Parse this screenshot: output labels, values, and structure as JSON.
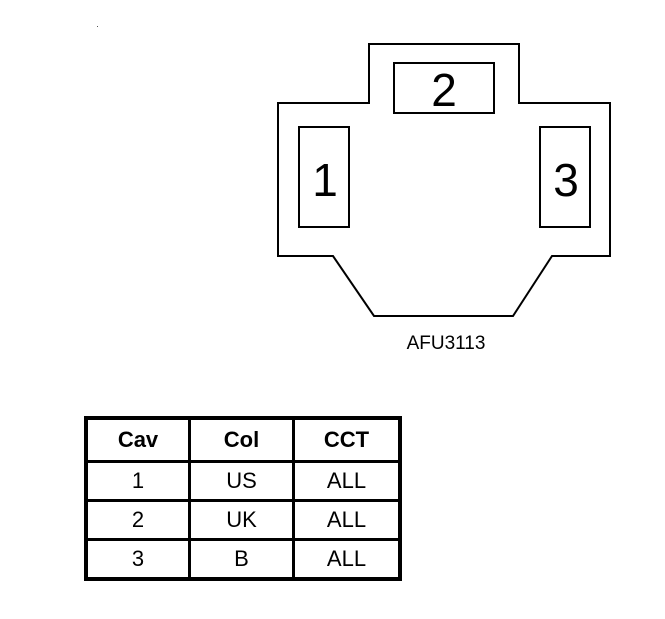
{
  "connector": {
    "cavities": [
      {
        "number": "1"
      },
      {
        "number": "2"
      },
      {
        "number": "3"
      }
    ],
    "part_code": "AFU3113"
  },
  "table": {
    "headers": [
      "Cav",
      "Col",
      "CCT"
    ],
    "rows": [
      [
        "1",
        "US",
        "ALL"
      ],
      [
        "2",
        "UK",
        "ALL"
      ],
      [
        "3",
        "B",
        "ALL"
      ]
    ]
  }
}
